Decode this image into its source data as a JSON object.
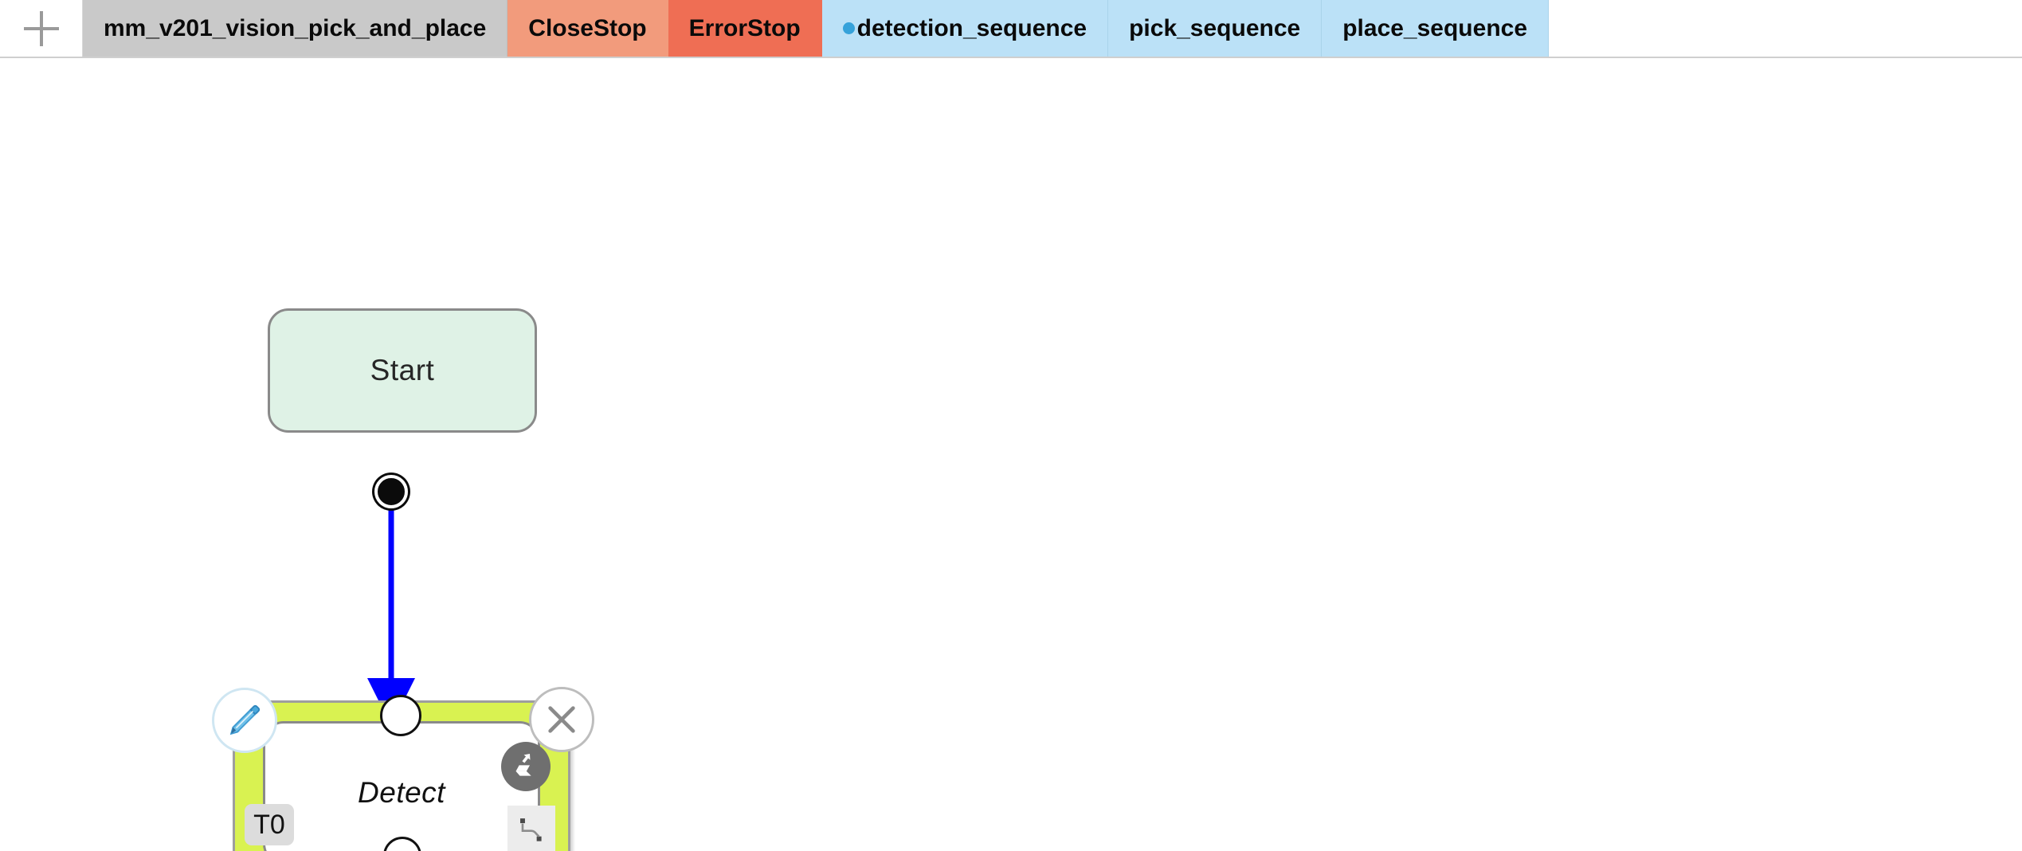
{
  "tabbar": {
    "add_tab": {
      "label": "+",
      "icon": "plus-icon"
    },
    "tabs": [
      {
        "label": "mm_v201_vision_pick_and_place",
        "kind": "project",
        "dirty": false,
        "active": true
      },
      {
        "label": "CloseStop",
        "kind": "warn",
        "dirty": false,
        "active": false
      },
      {
        "label": "ErrorStop",
        "kind": "error",
        "dirty": false,
        "active": false
      },
      {
        "label": "detection_sequence",
        "kind": "sequence",
        "dirty": true,
        "active": false
      },
      {
        "label": "pick_sequence",
        "kind": "sequence",
        "dirty": false,
        "active": false
      },
      {
        "label": "place_sequence",
        "kind": "sequence",
        "dirty": false,
        "active": false
      }
    ]
  },
  "canvas": {
    "nodes": [
      {
        "id": "start",
        "title": "Start",
        "type": "start-node",
        "fill": "#dff2e6",
        "border": "#8a8a8a",
        "ports": {
          "out": "filled"
        }
      },
      {
        "id": "detect",
        "title": "Detect",
        "type": "task-node",
        "selected": true,
        "task_badge": "T0",
        "fill": "#ffffff",
        "border": "#8a8a8a",
        "highlight": "#d9f251",
        "ports": {
          "in": "hollow",
          "out": "hollow"
        },
        "overlay_icons": [
          {
            "name": "pencil-edit-icon",
            "color": "#3d9ad1"
          },
          {
            "name": "close-x-icon",
            "color": "#8a8a8a"
          },
          {
            "name": "transform-move-icon",
            "color": "#ffffff"
          },
          {
            "name": "waypoint-path-icon",
            "color": "#6a6a6a"
          }
        ]
      }
    ],
    "edges": [
      {
        "from": "start",
        "to": "detect",
        "color": "#0000ff",
        "arrow": "filled-triangle"
      }
    ]
  }
}
